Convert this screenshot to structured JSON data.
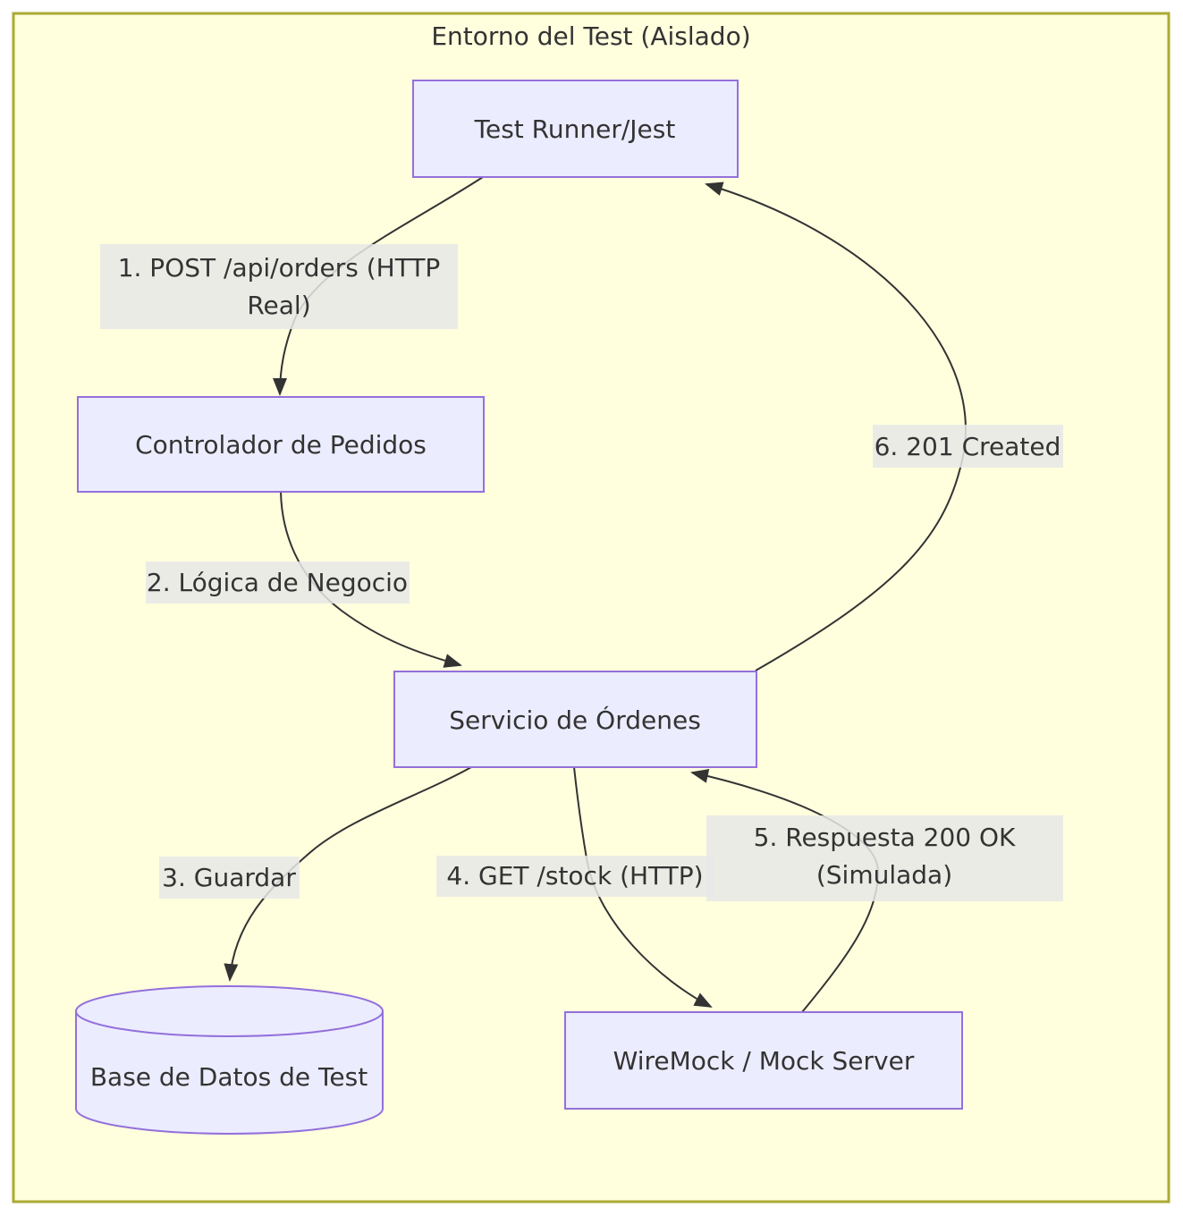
{
  "diagram": {
    "title": "Entorno del Test (Aislado)",
    "type": "flowchart",
    "colors": {
      "cluster_background": "#ffffde",
      "cluster_border": "#aaaa33",
      "node_fill": "#ECECFF",
      "node_border": "#9370DB",
      "edge_color": "#333333",
      "edge_label_background": "#e8e8e8",
      "text_color": "#333333"
    },
    "nodes": [
      {
        "id": "test-runner",
        "shape": "rect",
        "label": "Test Runner/Jest"
      },
      {
        "id": "controlador",
        "shape": "rect",
        "label": "Controlador de Pedidos"
      },
      {
        "id": "servicio",
        "shape": "rect",
        "label": "Servicio de Órdenes"
      },
      {
        "id": "base-datos",
        "shape": "cylinder",
        "label": "Base de Datos de Test"
      },
      {
        "id": "wiremock",
        "shape": "rect",
        "label": "WireMock / Mock Server"
      }
    ],
    "edges": [
      {
        "from": "test-runner",
        "to": "controlador",
        "label": "1. POST /api/orders (HTTP Real)",
        "label_lines": [
          "1. POST /api/orders (HTTP",
          "Real)"
        ]
      },
      {
        "from": "controlador",
        "to": "servicio",
        "label": "2. Lógica de Negocio",
        "label_lines": [
          "2. Lógica de Negocio"
        ]
      },
      {
        "from": "servicio",
        "to": "base-datos",
        "label": "3. Guardar",
        "label_lines": [
          "3. Guardar"
        ]
      },
      {
        "from": "servicio",
        "to": "wiremock",
        "label": "4. GET /stock (HTTP)",
        "label_lines": [
          "4. GET /stock (HTTP)"
        ]
      },
      {
        "from": "wiremock",
        "to": "servicio",
        "label": "5. Respuesta 200 OK (Simulada)",
        "label_lines": [
          "5. Respuesta 200 OK",
          "(Simulada)"
        ]
      },
      {
        "from": "servicio",
        "to": "test-runner",
        "label": "6. 201 Created",
        "label_lines": [
          "6. 201 Created"
        ]
      }
    ]
  }
}
